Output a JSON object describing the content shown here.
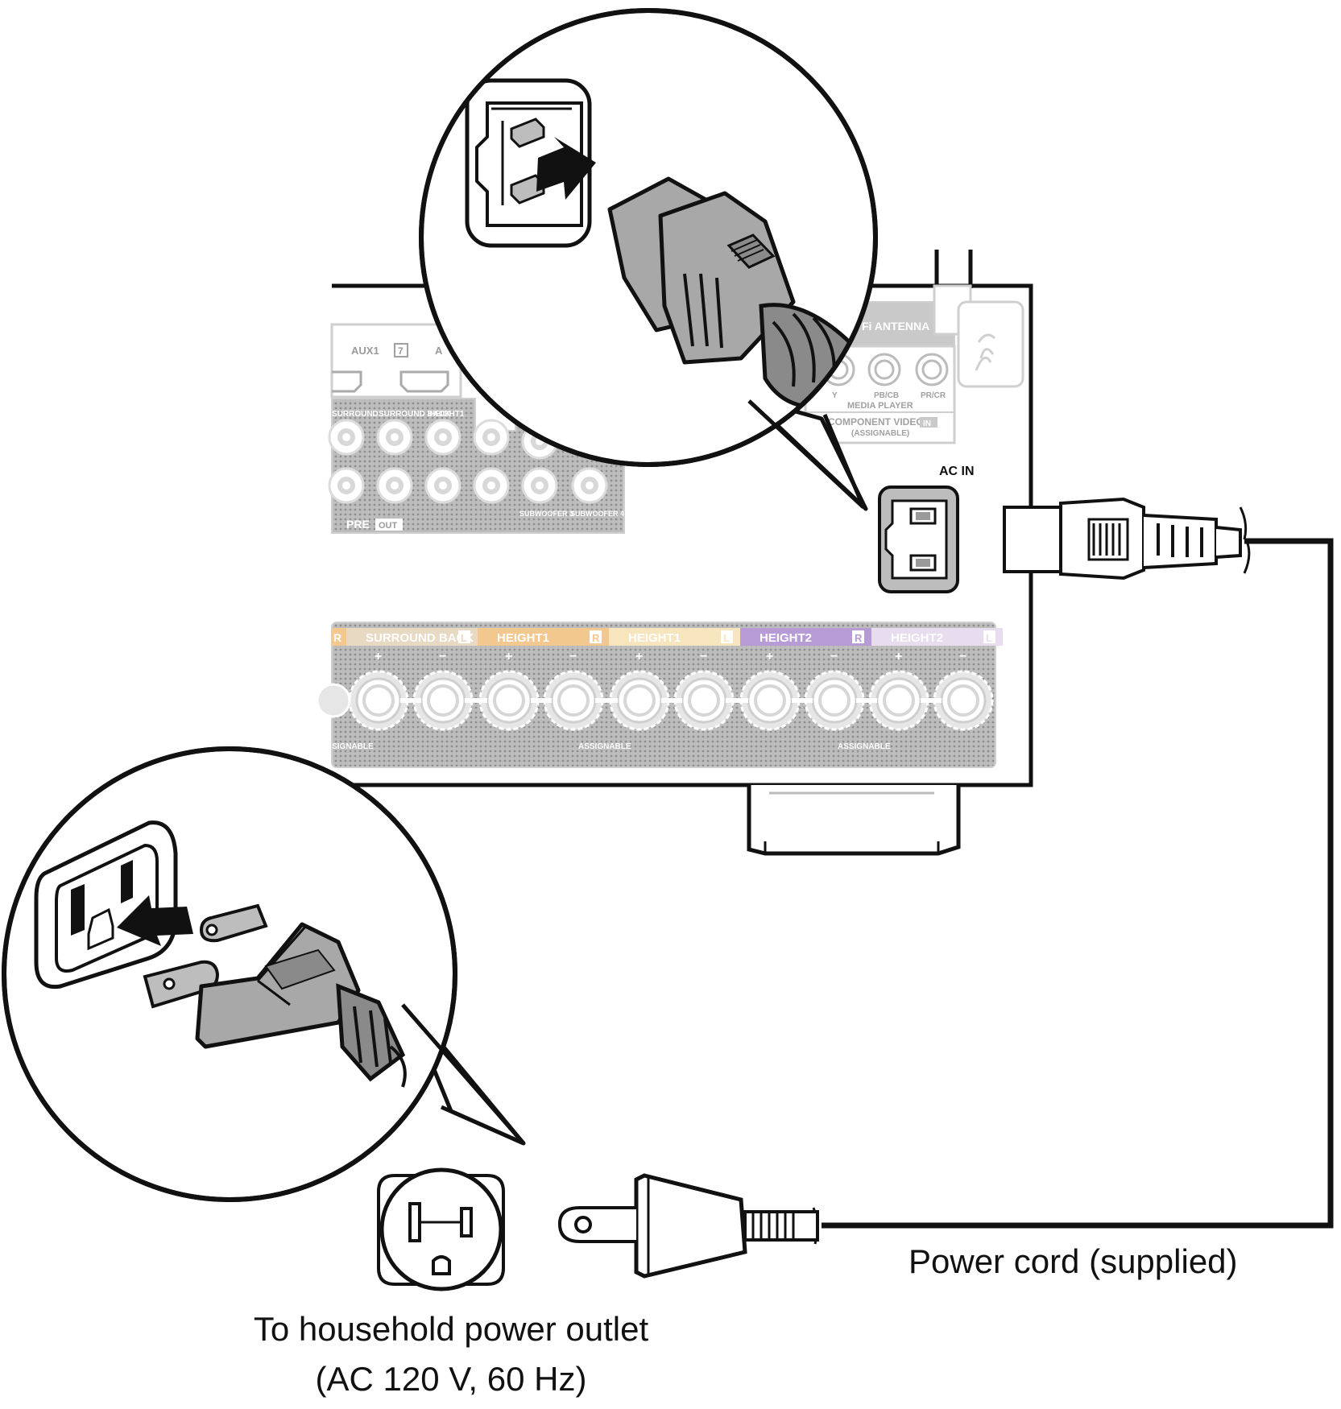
{
  "receiver_panel": {
    "ac_in_label": "AC IN",
    "antenna_label": "Fi ANTENNA",
    "component_jacks": [
      "Y",
      "PB/CB",
      "PR/CR"
    ],
    "media_player_label": "MEDIA PLAYER",
    "component_video_label": "COMPONENT VIDEO",
    "component_video_in": "IN",
    "assignable_label": "(ASSIGNABLE)",
    "hdmi_aux1": "AUX1",
    "hdmi_badge": "7",
    "hdmi_third": "A",
    "preout_labels": [
      "SURROUND",
      "SURROUND BACK",
      "HEIGHT1",
      "HE"
    ],
    "pre_label": "PRE",
    "pre_out_badge": "OUT",
    "subwoofer_labels": [
      "SUBWOOFER 3",
      "SUBWOOFER 4"
    ],
    "speaker_groups": [
      {
        "name": "SURROUND BACK",
        "side": "L",
        "color": "#e8d9c2"
      },
      {
        "name": "HEIGHT1",
        "side": "R",
        "color": "#f2c88e"
      },
      {
        "name": "HEIGHT1",
        "side": "L",
        "color": "#f7e6bd"
      },
      {
        "name": "HEIGHT2",
        "side": "R",
        "color": "#b79bd6"
      },
      {
        "name": "HEIGHT2",
        "side": "L",
        "color": "#e8dcef"
      }
    ],
    "first_group_side": "R",
    "first_group_color": "#f2c88e",
    "speaker_assignable": "ASSIGNABLE",
    "speaker_assignable_left": "SIGNABLE"
  },
  "captions": {
    "power_cord": "Power cord (supplied)",
    "outlet_line1": "To household power outlet",
    "outlet_line2": "(AC 120 V, 60 Hz)"
  },
  "colors": {
    "plug_gray": "#a8a8a8",
    "plug_dark": "#8a8a8a",
    "panel_gray": "#c9c9c9",
    "line": "#111111"
  }
}
